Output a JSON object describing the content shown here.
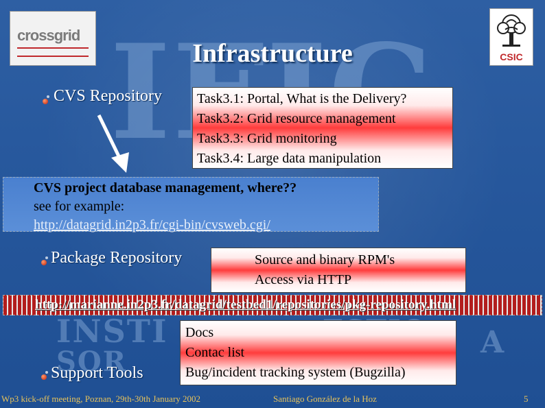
{
  "title": "Infrastructure",
  "logos": {
    "left_brand": "crossgrid",
    "right_brand": "CSIC"
  },
  "watermark": [
    "IFIC",
    "INSTI",
    "ESTIO",
    "SOR",
    "A"
  ],
  "cvs": {
    "label": "CVS Repository",
    "tasks": [
      "Task3.1: Portal, What is the Delivery?",
      "Task3.2: Grid resource management",
      "Task3.3: Grid monitoring",
      "Task3.4: Large data manipulation"
    ]
  },
  "cvs_note": {
    "line1": "CVS project database management, where??",
    "line2": "see for example:",
    "url": "http://datagrid.in2p3.fr/cgi-bin/cvsweb.cgi/"
  },
  "package": {
    "label": "Package Repository",
    "lines": [
      "Source and binary RPM's",
      "Access via HTTP"
    ]
  },
  "package_url": "http://marianne.in2p3.fr/datagrid/testbed1/repositories/pkg-repository.html",
  "support": {
    "label": "Support Tools",
    "items": [
      "Docs",
      "Contac list",
      "Bug/incident tracking system (Bugzilla)"
    ]
  },
  "footer": {
    "event": "Wp3 kick-off meeting, Poznan, 29th-30th January 2002",
    "author": "Santiago González de la Hoz",
    "page": "5"
  },
  "colors": {
    "background": "#2a5a9f",
    "title": "#ffffff",
    "footer_text": "#e8c35a",
    "bullet": "#c21e0a",
    "box_red": "#ff3c3c"
  }
}
